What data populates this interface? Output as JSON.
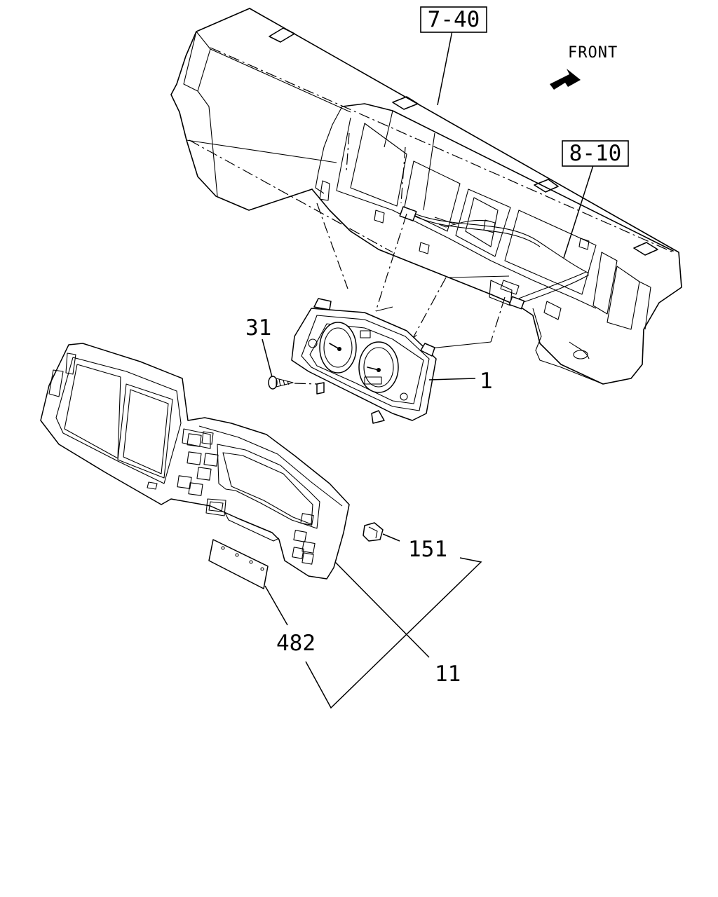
{
  "diagram": {
    "orientation_label": "FRONT",
    "callouts": {
      "ref_upper_panel": "7-40",
      "ref_harness": "8-10",
      "part_meter": "1",
      "part_screw": "31",
      "part_clip": "151",
      "part_label": "482",
      "part_cluster_bezel": "11"
    },
    "icons": {
      "front_arrow": "arrow-icon"
    }
  }
}
